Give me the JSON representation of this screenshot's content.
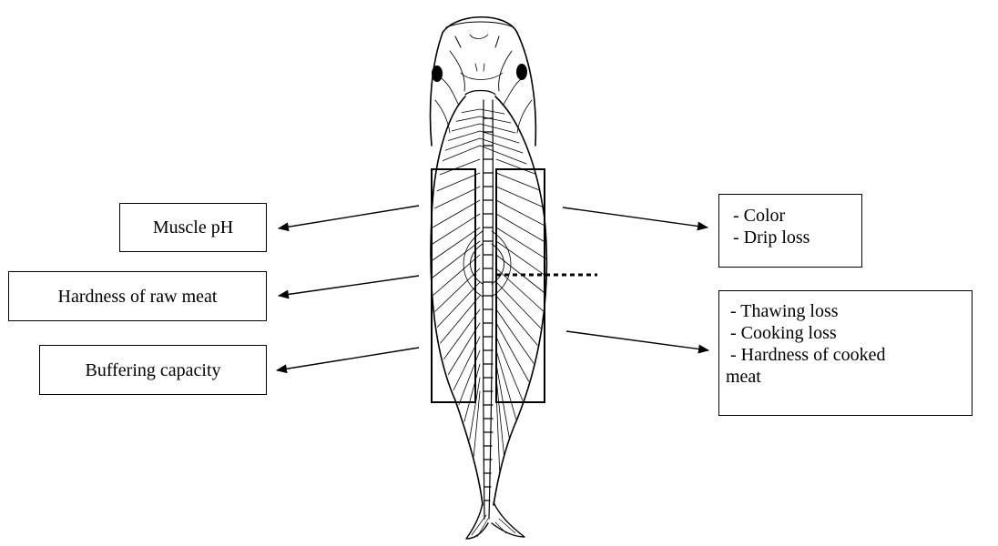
{
  "labels": {
    "muscle_ph": "Muscle pH",
    "hardness_raw": "Hardness of raw meat",
    "buffering": "Buffering capacity",
    "color_list": [
      "- Color",
      "- Drip loss"
    ],
    "thawing_list": [
      "- Thawing loss",
      "- Cooking loss",
      "- Hardness of cooked",
      "meat"
    ]
  },
  "colors": {
    "ink": "#000000",
    "background": "#ffffff"
  }
}
